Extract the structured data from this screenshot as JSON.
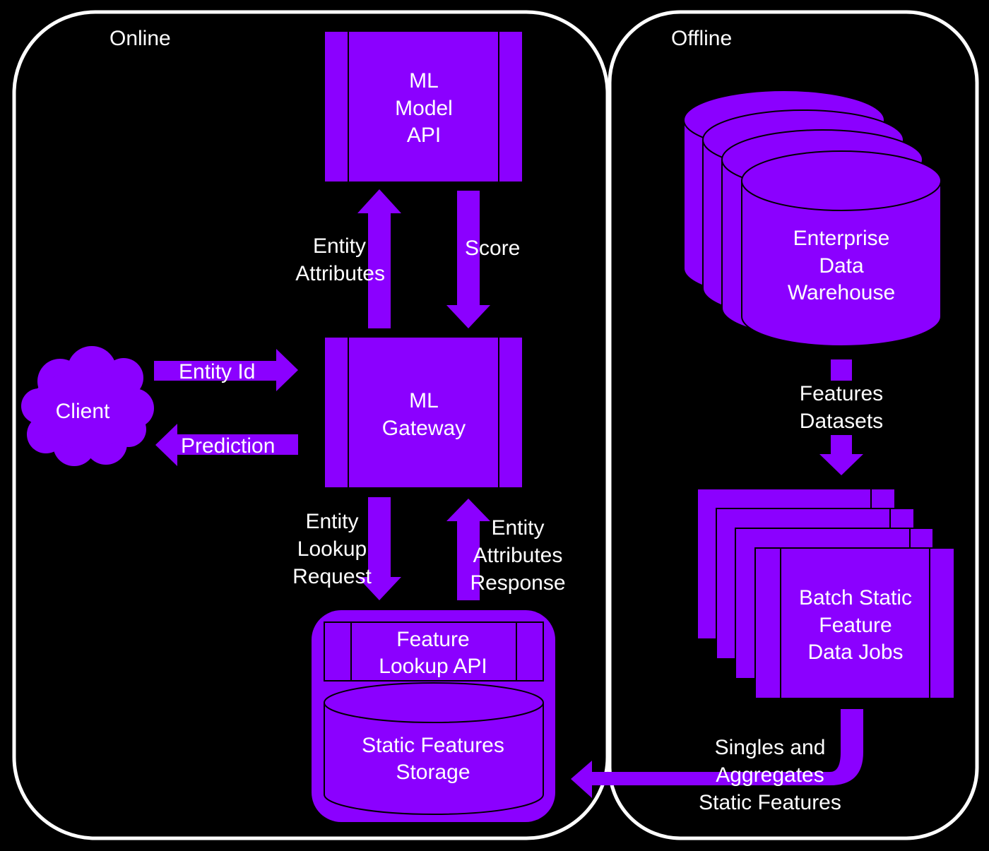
{
  "colors": {
    "accent": "#8b00ff",
    "background": "#000000",
    "text": "#ffffff"
  },
  "panels": {
    "online": "Online",
    "offline": "Offline"
  },
  "nodes": {
    "ml_model_api": [
      "ML",
      "Model",
      "API"
    ],
    "ml_gateway": [
      "ML",
      "Gateway"
    ],
    "client": "Client",
    "feature_lookup_api": [
      "Feature",
      "Lookup API"
    ],
    "static_features_storage": [
      "Static Features",
      "Storage"
    ],
    "enterprise_data_warehouse": [
      "Enterprise",
      "Data",
      "Warehouse"
    ],
    "batch_jobs": [
      "Batch Static",
      "Feature",
      "Data Jobs"
    ]
  },
  "edges": {
    "entity_id": "Entity Id",
    "prediction": "Prediction",
    "entity_attributes": [
      "Entity",
      "Attributes"
    ],
    "score": "Score",
    "entity_lookup_request": [
      "Entity",
      "Lookup",
      "Request"
    ],
    "entity_attributes_response": [
      "Entity",
      "Attributes",
      "Response"
    ],
    "features_datasets": [
      "Features",
      "Datasets"
    ],
    "singles_aggregates": [
      "Singles and",
      "Aggregates",
      "Static Features"
    ]
  }
}
